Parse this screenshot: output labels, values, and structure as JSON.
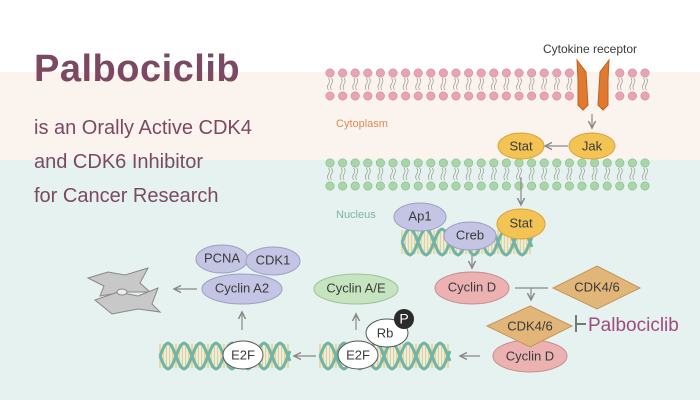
{
  "heading": {
    "title": "Palbociclib",
    "subtitle_lines": [
      "is an Orally Active CDK4",
      "and CDK6 Inhibitor",
      "for Cancer Research"
    ]
  },
  "regions": {
    "cytoplasm": "Cytoplasm",
    "nucleus": "Nucleus"
  },
  "receptor": {
    "label": "Cytokine receptor"
  },
  "nodes": {
    "jak": "Jak",
    "stat_cyto": "Stat",
    "stat_nuc": "Stat",
    "ap1": "Ap1",
    "creb": "Creb",
    "cyclin_d_1": "Cyclin D",
    "cdk46_1": "CDK4/6",
    "cdk46_2": "CDK4/6",
    "cyclin_d_2": "Cyclin D",
    "inhibitor": "Palbociclib",
    "rb": "Rb",
    "phospho": "P",
    "e2f_1": "E2F",
    "e2f_2": "E2F",
    "cyclin_ae": "Cyclin A/E",
    "pcna": "PCNA",
    "cdk1": "CDK1",
    "cyclin_a2": "Cyclin A2"
  },
  "colors": {
    "title": "#7b4a62",
    "cytoplasm_label": "#e08a50",
    "nucleus_label": "#7fb3a4",
    "membrane_outer": "#e7a5b4",
    "membrane_inner": "#a8d6a8",
    "receptor": "#e07a30",
    "stat_jak": "#f3c454",
    "purple_node": "#c4c4e4",
    "cyclin_d": "#ecb2b2",
    "cdk": "#e2b578",
    "cyclin_ae": "#c6e4c0",
    "inhibitor": "#a04a82"
  }
}
